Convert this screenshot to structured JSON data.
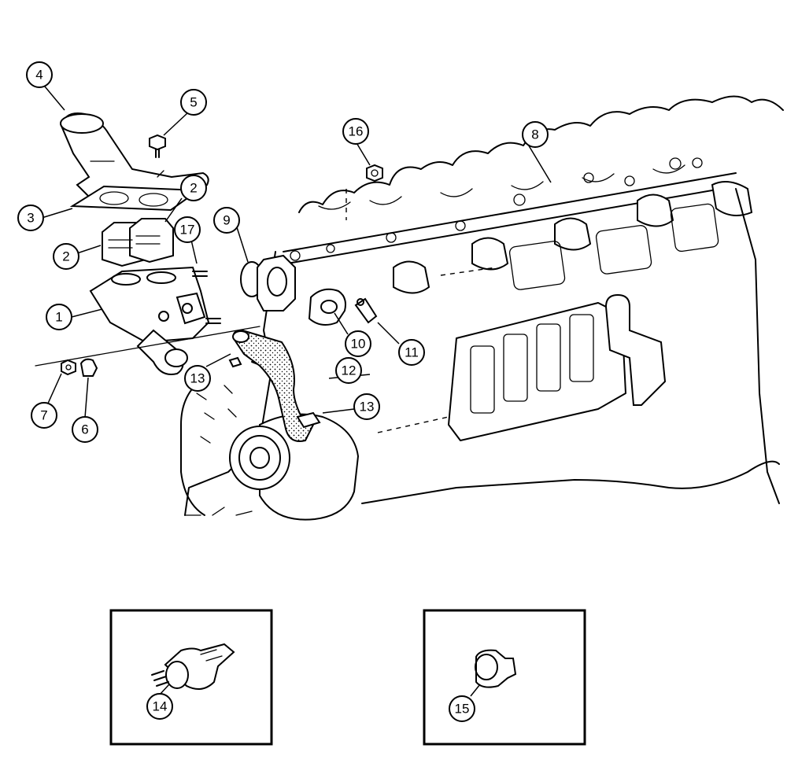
{
  "callouts": {
    "c1": "1",
    "c2a": "2",
    "c2b": "2",
    "c3": "3",
    "c4": "4",
    "c5": "5",
    "c6": "6",
    "c7": "7",
    "c8": "8",
    "c9": "9",
    "c10": "10",
    "c11": "11",
    "c12": "12",
    "c13a": "13",
    "c13b": "13",
    "c14": "14",
    "c15": "15",
    "c16": "16",
    "c17": "17"
  }
}
